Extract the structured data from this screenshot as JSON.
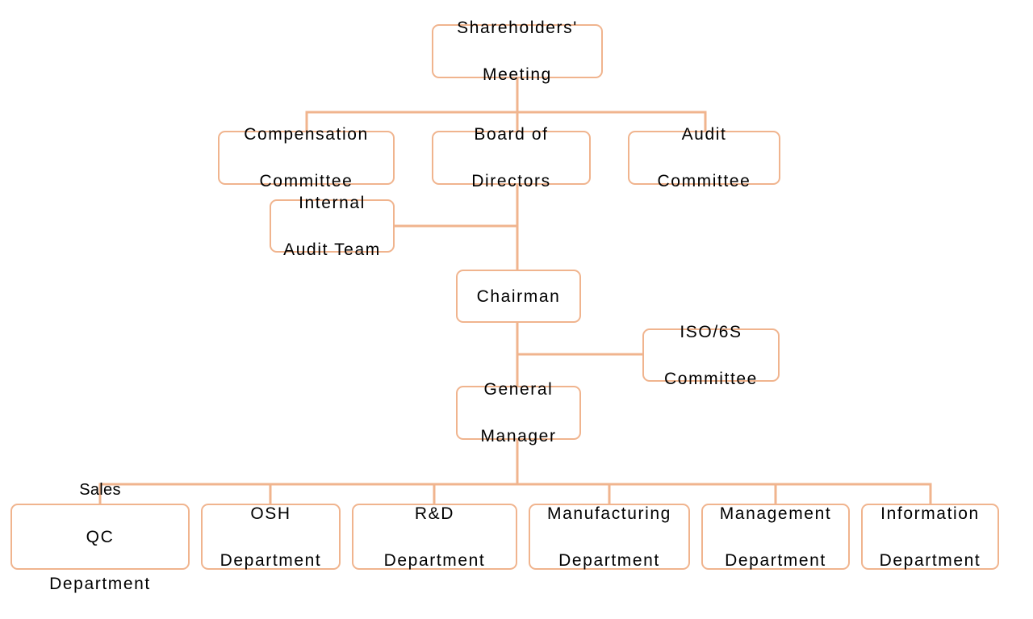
{
  "colors": {
    "line": "#F0B48E",
    "border": "#F0B48E",
    "text": "#000000",
    "background": "#ffffff"
  },
  "org_chart": {
    "shareholders": {
      "line1": "Shareholders'",
      "line2": "Meeting"
    },
    "compensation": {
      "line1": "Compensation",
      "line2": "Committee"
    },
    "board": {
      "line1": "Board of",
      "line2": "Directors"
    },
    "audit": {
      "line1": "Audit",
      "line2": "Committee"
    },
    "internal_audit": {
      "line1": "Internal",
      "line2": "Audit Team"
    },
    "chairman": {
      "line1": "Chairman"
    },
    "iso": {
      "line1": "ISO/6S",
      "line2": "Committee"
    },
    "general_manager": {
      "line1": "General",
      "line2": "Manager"
    },
    "departments": [
      {
        "line1": "Sales",
        "line2": "QC",
        "line3": "Department"
      },
      {
        "line1": "OSH",
        "line2": "Department"
      },
      {
        "line1": "R&D",
        "line2": "Department"
      },
      {
        "line1": "Manufacturing",
        "line2": "Department"
      },
      {
        "line1": "Management",
        "line2": "Department"
      },
      {
        "line1": "Information",
        "line2": "Department"
      }
    ]
  }
}
